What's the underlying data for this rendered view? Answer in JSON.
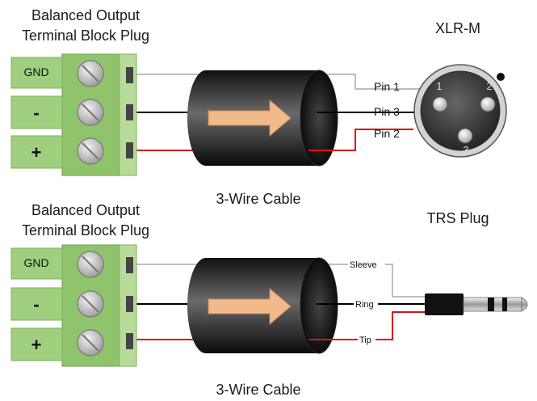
{
  "top": {
    "block_title_line1": "Balanced Output",
    "block_title_line2": "Terminal Block Plug",
    "connector_title": "XLR-M",
    "cable_label": "3-Wire Cable",
    "terminals": [
      "GND",
      "-",
      "+"
    ],
    "pin_labels": [
      "Pin 1",
      "Pin 3",
      "Pin 2"
    ],
    "pin_numbers": [
      "1",
      "2",
      "3"
    ]
  },
  "bottom": {
    "block_title_line1": "Balanced Output",
    "block_title_line2": "Terminal Block Plug",
    "connector_title": "TRS Plug",
    "cable_label": "3-Wire Cable",
    "terminals": [
      "GND",
      "-",
      "+"
    ],
    "wire_labels": [
      "Sleeve",
      "Ring",
      "Tip"
    ]
  },
  "colors": {
    "terminal_green": "#9fcf7f",
    "terminal_dark": "#6aa04a",
    "wire_gnd": "#bdbdbd",
    "wire_minus": "#000000",
    "wire_plus": "#e01010",
    "arrow": "#f2b98a"
  }
}
